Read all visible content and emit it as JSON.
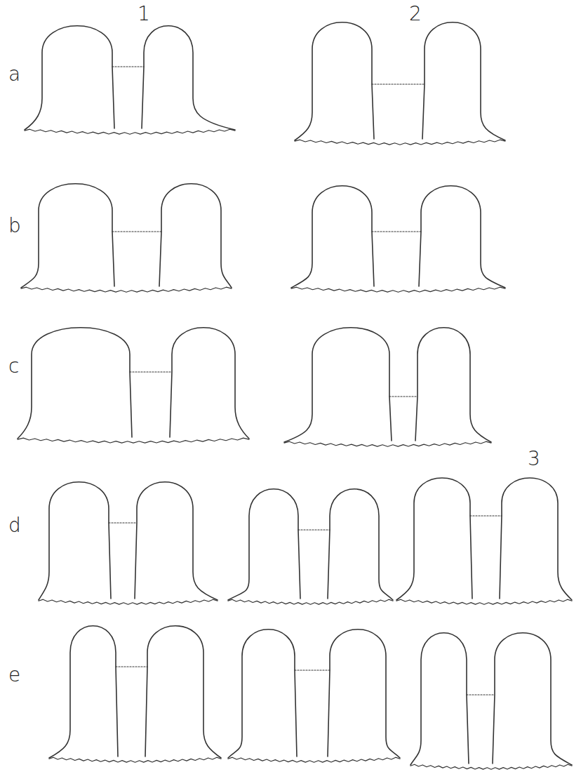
{
  "diagram": {
    "labels": [
      "1",
      "2",
      "a",
      "b",
      "c",
      "3",
      "d",
      "e"
    ]
  }
}
